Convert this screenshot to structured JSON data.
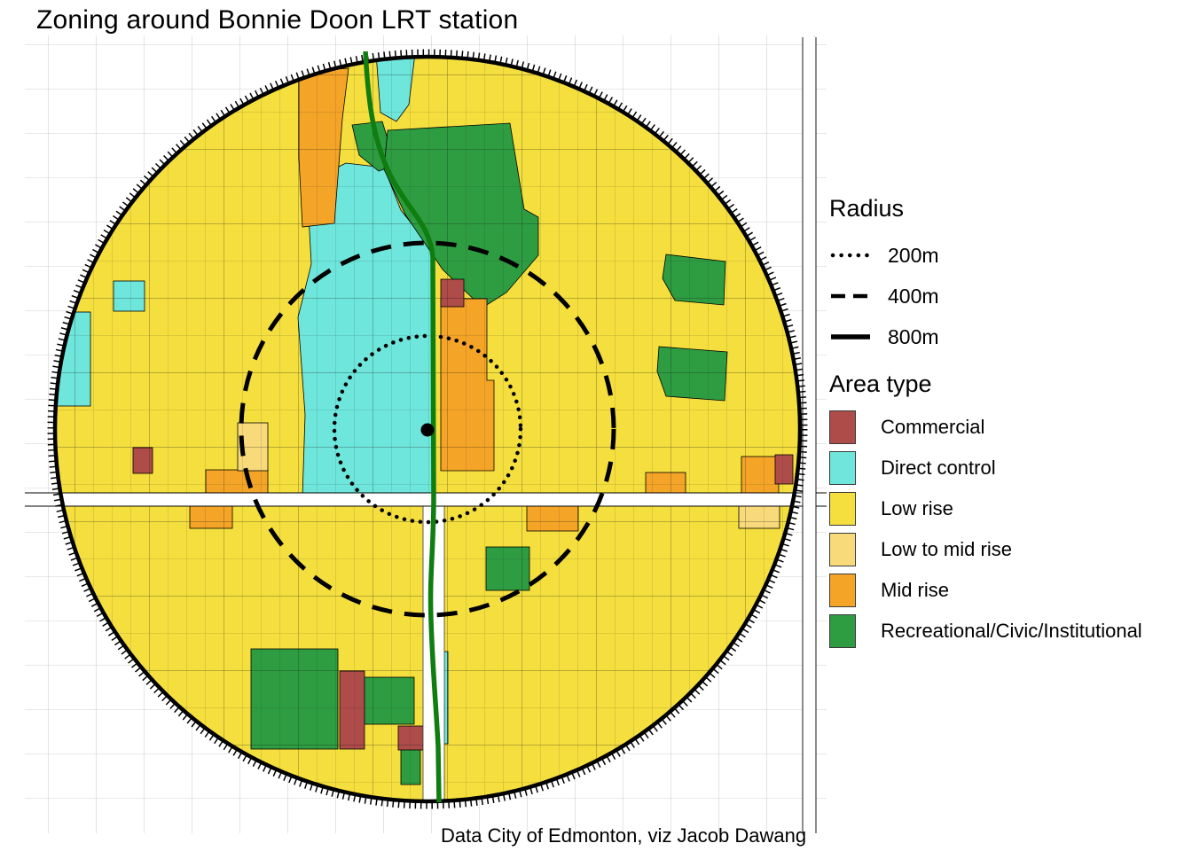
{
  "title": "Zoning around Bonnie Doon LRT station",
  "caption": "Data City of Edmonton, viz Jacob Dawang",
  "radius_legend": {
    "heading": "Radius",
    "items": [
      {
        "label": "200m",
        "style": "dotted"
      },
      {
        "label": "400m",
        "style": "dashed"
      },
      {
        "label": "800m",
        "style": "solid"
      }
    ]
  },
  "area_legend": {
    "heading": "Area type",
    "items": [
      {
        "key": "commercial",
        "label": "Commercial",
        "color": "#AE4C49"
      },
      {
        "key": "direct_control",
        "label": "Direct control",
        "color": "#6EE6DB"
      },
      {
        "key": "low_rise",
        "label": "Low rise",
        "color": "#F5DF3E"
      },
      {
        "key": "low_mid_rise",
        "label": "Low to mid rise",
        "color": "#F8DA7B"
      },
      {
        "key": "mid_rise",
        "label": "Mid rise",
        "color": "#F4A427"
      },
      {
        "key": "recreational",
        "label": "Recreational/Civic/Institutional",
        "color": "#2E9C41"
      }
    ]
  },
  "map": {
    "station": "Bonnie Doon LRT station",
    "lrt_line_color": "#0F7D0F",
    "station_dot_color": "#000000",
    "radii_m": [
      200,
      400,
      800
    ]
  }
}
